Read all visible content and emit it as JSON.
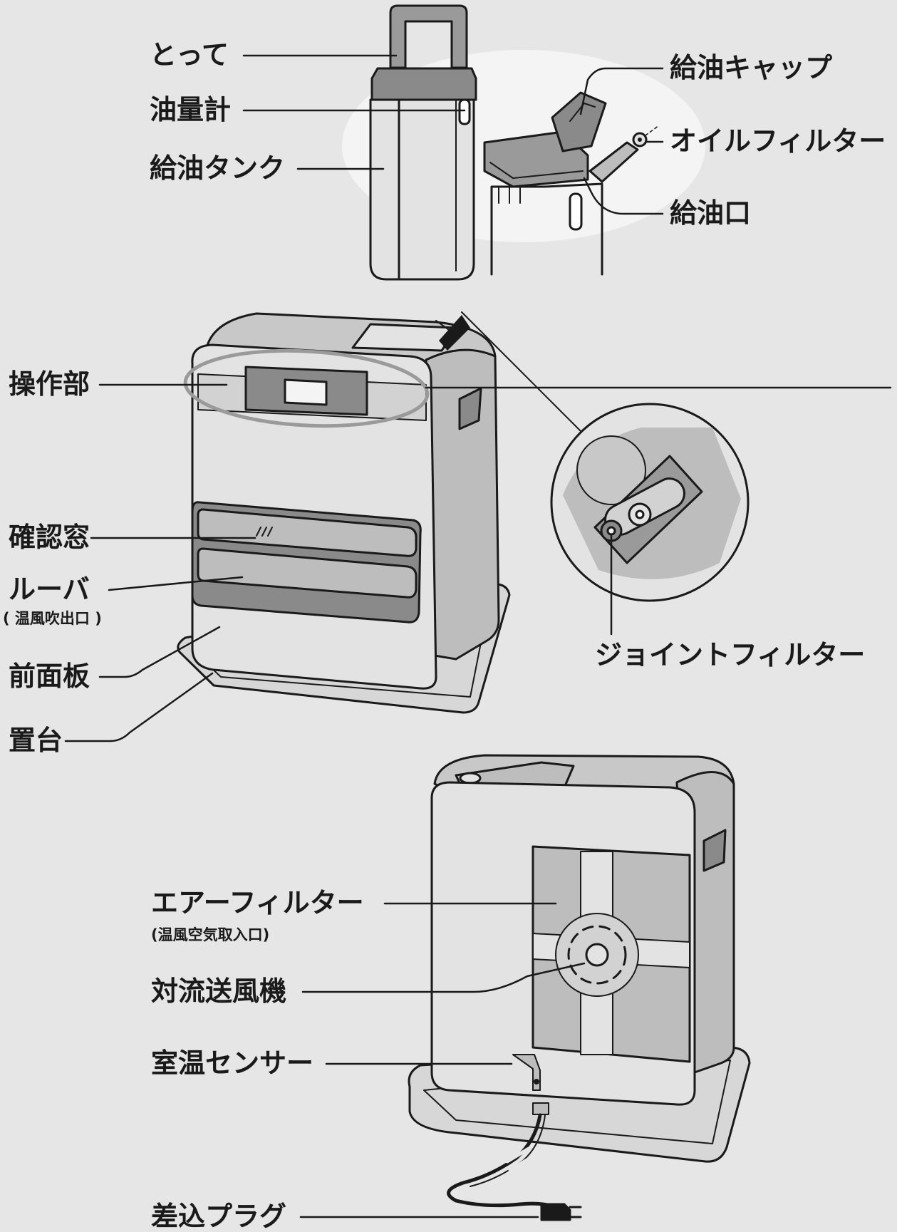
{
  "labels": {
    "totte": "とって",
    "yuryokei": "油量計",
    "kyuyu_tank": "給油タンク",
    "kyuyu_cap": "給油キャップ",
    "oil_filter": "オイルフィルター",
    "kyuyuguchi": "給油口",
    "sosabu": "操作部",
    "kakunin_mado": "確認窓",
    "louver": "ルーバ",
    "louver_sub": "( 温風吹出口 )",
    "zenmenban": "前面板",
    "okidai": "置台",
    "joint_filter": "ジョイントフィルター",
    "air_filter": "エアーフィルター",
    "air_filter_sub": "(温風空気取入口)",
    "fan": "対流送風機",
    "room_sensor": "室温センサー",
    "plug": "差込プラグ"
  },
  "colors": {
    "background": "#e6e6e6",
    "highlight": "#f4f4f4",
    "outline": "#1a1a1a",
    "body_light": "#e3e3e3",
    "body_mid": "#bdbdbd",
    "body_dark": "#8a8a8a",
    "callout_ring": "#9a9a9a"
  }
}
